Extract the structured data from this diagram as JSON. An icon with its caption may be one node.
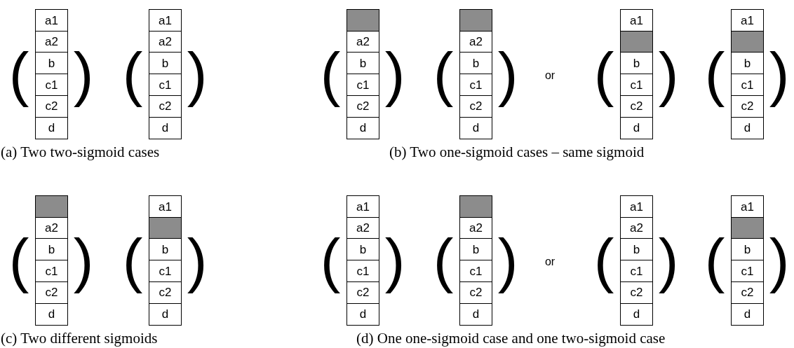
{
  "diagram": {
    "nodes": [
      {
        "text": [
          "a1"
        ]
      },
      {
        "text": [
          "a2"
        ]
      },
      {
        "text": [
          "b"
        ]
      },
      {
        "text": [
          "c1"
        ]
      },
      {
        "text": [
          "c2"
        ]
      },
      {
        "text": [
          "d"
        ]
      },
      {
        "text": [
          "a1"
        ]
      },
      {
        "text": [
          "a2"
        ]
      },
      {
        "text": [
          "b"
        ]
      },
      {
        "text": [
          "c1"
        ]
      },
      {
        "text": [
          "c2"
        ]
      },
      {
        "text": [
          "d"
        ]
      },
      {
        "text": [],
        "shape": "box"
      },
      {
        "text": [
          "a2"
        ]
      },
      {
        "text": [
          "b"
        ]
      },
      {
        "text": [
          "c1"
        ]
      },
      {
        "text": [
          "c2"
        ]
      },
      {
        "text": [
          "d"
        ]
      },
      {
        "text": [],
        "shape": "box"
      },
      {
        "text": [
          "a2"
        ]
      },
      {
        "text": [
          "b"
        ]
      },
      {
        "text": [
          "c1"
        ]
      },
      {
        "text": [
          "c2"
        ]
      },
      {
        "text": [
          "d"
        ]
      },
      {
        "text": [
          "a1"
        ]
      },
      {
        "text": [],
        "shape": "box"
      },
      {
        "text": [
          "b"
        ]
      },
      {
        "text": [
          "c1"
        ]
      },
      {
        "text": [
          "c2"
        ]
      },
      {
        "text": [
          "d"
        ]
      },
      {
        "text": [
          "a1"
        ]
      },
      {
        "text": [],
        "shape": "box"
      },
      {
        "text": [
          "b"
        ]
      },
      {
        "text": [
          "c1"
        ]
      },
      {
        "text": [
          "c2"
        ]
      },
      {
        "text": [
          "d"
        ]
      },
      {
        "text": [],
        "shape": "box"
      },
      {
        "text": [
          "a2"
        ]
      },
      {
        "text": [
          "b"
        ]
      },
      {
        "text": [
          "c1"
        ]
      },
      {
        "text": [
          "c2"
        ]
      },
      {
        "text": [
          "d"
        ]
      },
      {
        "text": [
          "a1"
        ]
      },
      {
        "text": [],
        "shape": "box"
      },
      {
        "text": [
          "b"
        ]
      },
      {
        "text": [
          "c1"
        ]
      },
      {
        "text": [
          "c2"
        ]
      },
      {
        "text": [
          "d"
        ]
      },
      {
        "text": [
          "a1"
        ]
      },
      {
        "text": [
          "a2"
        ]
      },
      {
        "text": [
          "b"
        ]
      },
      {
        "text": [
          "c1"
        ]
      },
      {
        "text": [
          "c2"
        ]
      },
      {
        "text": [
          "d"
        ]
      },
      {
        "text": [],
        "shape": "box"
      },
      {
        "text": [
          "a2"
        ]
      },
      {
        "text": [
          "b"
        ]
      },
      {
        "text": [
          "c1"
        ]
      },
      {
        "text": [
          "c2"
        ]
      },
      {
        "text": [
          "d"
        ]
      },
      {
        "text": [
          "a1"
        ]
      },
      {
        "text": [
          "a2"
        ]
      },
      {
        "text": [
          "b"
        ]
      },
      {
        "text": [
          "c1"
        ]
      },
      {
        "text": [
          "c2"
        ]
      },
      {
        "text": [
          "d"
        ]
      },
      {
        "text": [
          "a1"
        ]
      },
      {
        "text": [],
        "shape": "box"
      },
      {
        "text": [
          "b"
        ]
      },
      {
        "text": [
          "c1"
        ]
      },
      {
        "text": [
          "c2"
        ]
      },
      {
        "text": [
          "d"
        ]
      }
    ],
    "labels": [
      "(",
      ")",
      "(",
      ")",
      "(",
      ")",
      "(",
      ")",
      "or",
      "(",
      ")",
      "(",
      ")",
      "(a) Two two-sigmoid cases",
      "(b) Two one-sigmoid cases – same sigmoid",
      "(",
      ")",
      "(",
      ")",
      "(",
      ")",
      "(",
      ")",
      "or",
      "(",
      ")",
      "(",
      ")",
      "(c) Two different sigmoids",
      "(d) One one-sigmoid case and one two-sigmoid case"
    ]
  }
}
